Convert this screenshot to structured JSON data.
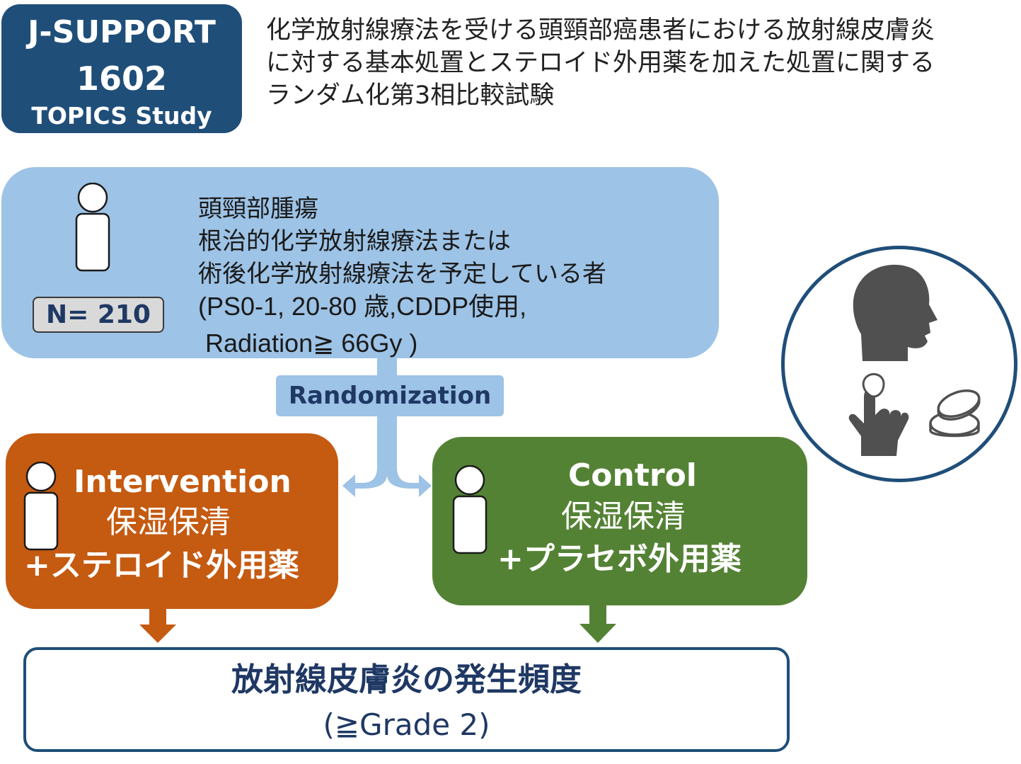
{
  "badge": {
    "line1": "J-SUPPORT",
    "line2": "1602",
    "line3": "TOPICS Study",
    "color": "#1f4e79"
  },
  "title": {
    "line1": "化学放射線療法を受ける頭頸部癌患者における放射線皮膚炎",
    "line2": "に対する基本処置とステロイド外用薬を加えた処置に関する",
    "line3": "ランダム化第3相比較試験"
  },
  "population": {
    "line1": "頭頸部腫瘍",
    "line2": "根治的化学放射線療法または",
    "line3": "術後化学放射線療法を予定している者",
    "criteria1": "(PS0-1, 20-80 歳,CDDP使用,",
    "criteria2": "Radiation≧ 66Gy )",
    "n_label": "N= 210",
    "color": "#9dc3e6"
  },
  "randomization": {
    "label": "Randomization"
  },
  "intervention": {
    "name": "Intervention",
    "care": "保湿保清",
    "drug": "+ステロイド外用薬",
    "color": "#c55a11"
  },
  "control": {
    "name": "Control",
    "care": "保湿保清",
    "drug": "+プラセボ外用薬",
    "color": "#548235"
  },
  "outcome": {
    "title": "放射線皮膚炎の発生頻度",
    "subtitle": "(≧Grade 2)",
    "border_color": "#1f4e79"
  },
  "icons": [
    "person-icon",
    "head-profile-icon",
    "finger-ointment-icon",
    "ointment-jar-icon"
  ]
}
